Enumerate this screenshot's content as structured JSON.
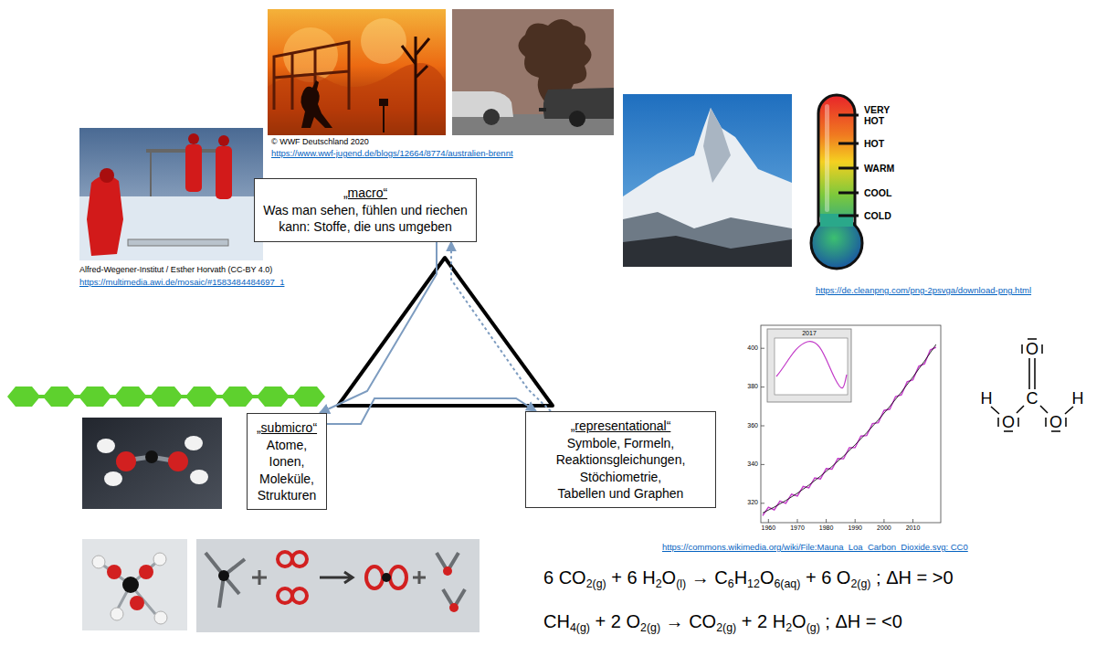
{
  "diagram": {
    "nodes": [
      {
        "text": [
          "„macro“",
          "Was man sehen, fühlen und riechen kann: Stoffe, die uns umgeben"
        ]
      },
      {
        "text": [
          "„submicro“",
          "Atome, Ionen, Moleküle, Strukturen"
        ]
      },
      {
        "text": [
          "„representational“",
          "Symbole, Formeln, Reaktionsgleichungen, Stöchiometrie, Tabellen und Graphen"
        ]
      }
    ],
    "edges": [
      {
        "from": 0,
        "to": 1,
        "arrow": "to"
      },
      {
        "from": 1,
        "to": 2,
        "arrow": "to"
      },
      {
        "from": 2,
        "to": 0,
        "arrow": "to"
      }
    ],
    "labels": [
      "© WWF Deutschland 2020",
      "https://www.wwf-jugend.de/blogs/12664/8774/australien-brennt",
      "Alfred-Wegener-Institut / Esther Horvath (CC-BY 4.0)",
      "https://multimedia.awi.de/mosaic/#1583484484697_1",
      "VERY HOT",
      "HOT",
      "WARM",
      "COOL",
      "COLD",
      "https://de.cleanpng.com/png-2psvga/download-png.html",
      "2017",
      "320",
      "340",
      "360",
      "380",
      "400",
      "1960",
      "1970",
      "1980",
      "1990",
      "2000",
      "2010",
      "https://commons.wikimedia.org/wiki/File:Mauna_Loa_Carbon_Dioxide.svg: CC0",
      "O",
      "H",
      "C",
      "H",
      "O",
      "O",
      "6 CO2(g) + 6 H2O(l) → C6H12O6(aq) + 6 O2(g) ; ΔH = >0",
      "CH4(g) + 2 O2(g) → CO2(g) + 2 H2O(g) ; ΔH = <0"
    ]
  }
}
